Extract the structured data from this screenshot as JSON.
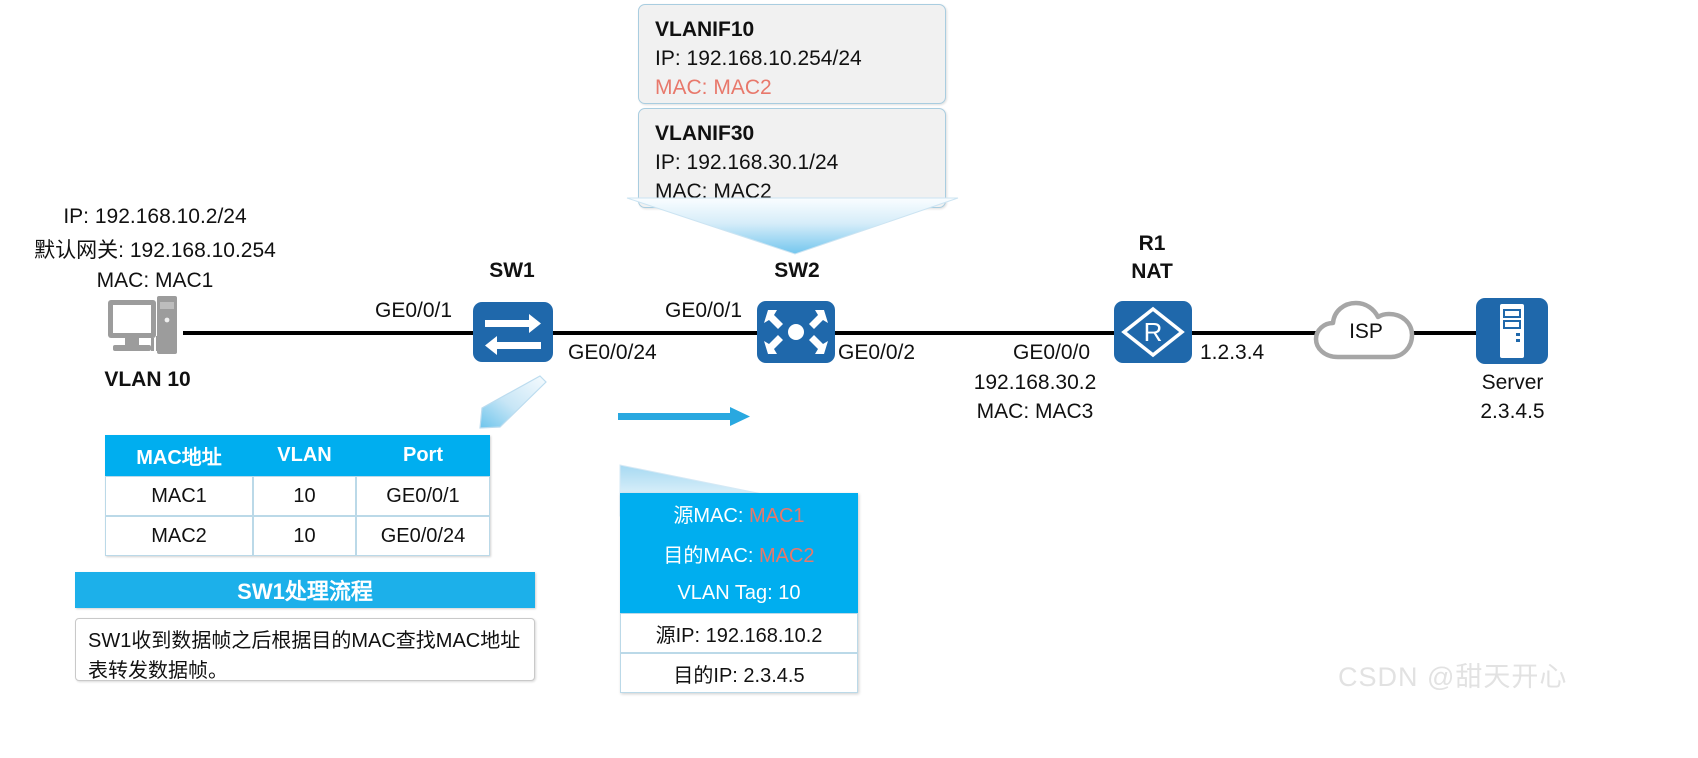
{
  "callouts": {
    "vlanif10": {
      "title": "VLANIF10",
      "ip": "IP: 192.168.10.254/24",
      "mac": "MAC: MAC2"
    },
    "vlanif30": {
      "title": "VLANIF30",
      "ip": "IP: 192.168.30.1/24",
      "mac": "MAC: MAC2"
    }
  },
  "pc": {
    "ip": "IP: 192.168.10.2/24",
    "gateway": "默认网关: 192.168.10.254",
    "mac": "MAC: MAC1",
    "vlan_label": "VLAN 10",
    "icon": "desktop-pc-icon"
  },
  "devices": {
    "sw1": {
      "label": "SW1",
      "icon": "switch-icon"
    },
    "sw2": {
      "label": "SW2",
      "icon": "multilayer-switch-icon"
    },
    "r1": {
      "label_line1": "R1",
      "label_line2": "NAT",
      "icon": "router-icon",
      "glyph": "R"
    },
    "isp": {
      "label": "ISP",
      "icon": "cloud-icon"
    },
    "server": {
      "label": "Server",
      "ip": "2.3.4.5",
      "icon": "server-icon"
    }
  },
  "links": {
    "pc_to_sw1_port": "GE0/0/1",
    "sw1_to_sw2_port_uplink": "GE0/0/24",
    "sw2_port_from_sw1": "GE0/0/1",
    "sw2_port_to_r1": "GE0/0/2",
    "r1_port_lan": "GE0/0/0",
    "r1_lan_ip": "192.168.30.2",
    "r1_lan_mac": "MAC: MAC3",
    "r1_wan_ip": "1.2.3.4"
  },
  "mac_table": {
    "headers": [
      "MAC地址",
      "VLAN",
      "Port"
    ],
    "rows": [
      [
        "MAC1",
        "10",
        "GE0/0/1"
      ],
      [
        "MAC2",
        "10",
        "GE0/0/24"
      ]
    ]
  },
  "process": {
    "banner": "SW1处理流程",
    "description": "SW1收到数据帧之后根据目的MAC查找MAC地址表转发数据帧。"
  },
  "packet": {
    "rows": [
      {
        "label": "源MAC: ",
        "value": "MAC1",
        "style": "blue",
        "value_red": true
      },
      {
        "label": "目的MAC: ",
        "value": "MAC2",
        "style": "blue",
        "value_red": true
      },
      {
        "label": "VLAN Tag: 10",
        "value": "",
        "style": "blue",
        "value_red": false
      },
      {
        "label": "源IP: 192.168.10.2",
        "value": "",
        "style": "white",
        "value_red": false
      },
      {
        "label": "目的IP: 2.3.4.5",
        "value": "",
        "style": "white",
        "value_red": false
      }
    ]
  },
  "watermark": "CSDN @甜天开心",
  "colors": {
    "accent_blue": "#00AEEF",
    "device_blue": "#1F68AB",
    "banner_blue": "#1CB0EA",
    "red_text": "#E8786B",
    "wire": "#000000",
    "cloud_gray": "#A6A6A6",
    "pc_gray": "#9C9C9C"
  }
}
